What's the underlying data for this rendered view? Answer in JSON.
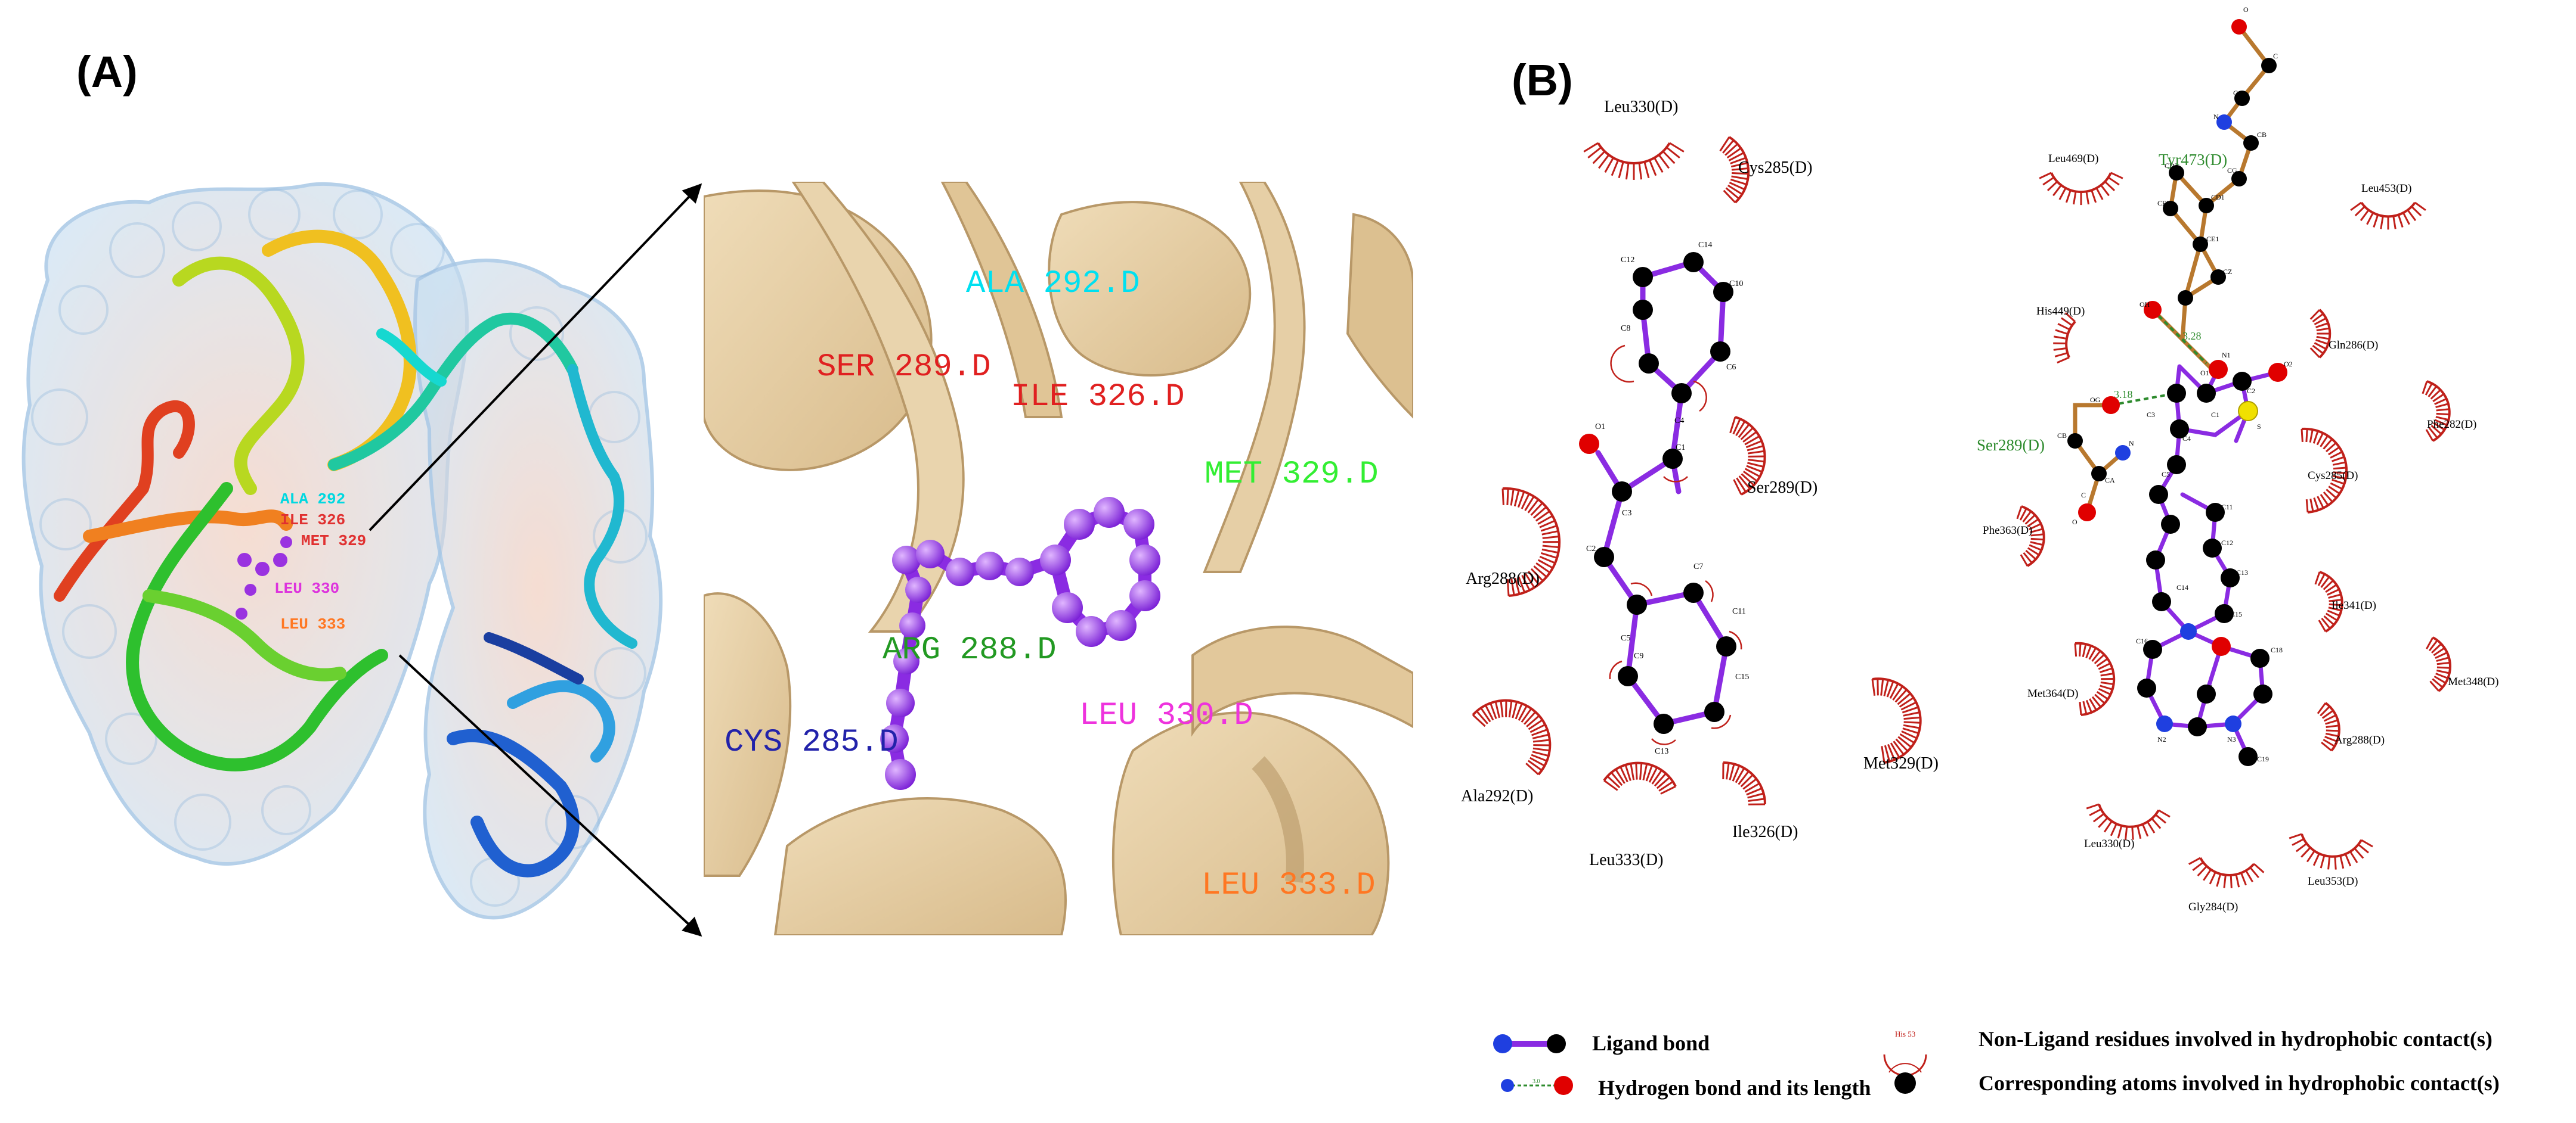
{
  "panel_a": {
    "label": "(A)",
    "overview_labels": [
      {
        "text": "ALA 292",
        "color": "#00d8e0"
      },
      {
        "text": "ILE 326",
        "color": "#e03030"
      },
      {
        "text": "MET 329",
        "color": "#33dd33"
      },
      {
        "text": "LEU 330",
        "color": "#dd33dd"
      },
      {
        "text": "LEU 333",
        "color": "#ff7722"
      }
    ],
    "zoom_labels": [
      {
        "text": "ALA 292.D",
        "color": "#00e0f0"
      },
      {
        "text": "SER 289.D",
        "color": "#e02020"
      },
      {
        "text": "ILE 326.D",
        "color": "#e02020"
      },
      {
        "text": "MET 329.D",
        "color": "#33ee33"
      },
      {
        "text": "ARG 288.D",
        "color": "#229922"
      },
      {
        "text": "CYS 285.D",
        "color": "#2222aa"
      },
      {
        "text": "LEU 330.D",
        "color": "#ee33dd"
      },
      {
        "text": "LEU 333.D",
        "color": "#ff7722"
      }
    ]
  },
  "panel_b": {
    "label": "(B)",
    "left_residues": [
      "Leu330(D)",
      "Cys285(D)",
      "Ser289(D)",
      "Arg288(D)",
      "Met329(D)",
      "Ala292(D)",
      "Leu333(D)",
      "Ile326(D)"
    ],
    "left_atoms": [
      "C12",
      "C14",
      "C10",
      "C8",
      "C6",
      "C4",
      "O1",
      "C1",
      "C3",
      "C2",
      "C7",
      "C5",
      "C11",
      "C9",
      "C15",
      "C13"
    ],
    "right_residues": [
      "Leu469(D)",
      "Tyr473(D)",
      "Leu453(D)",
      "His449(D)",
      "Gln286(D)",
      "Phe282(D)",
      "Ser289(D)",
      "Phe363(D)",
      "Cys285(D)",
      "Ile341(D)",
      "Met348(D)",
      "Met364(D)",
      "Arg288(D)",
      "Leu330(D)",
      "Leu353(D)",
      "Gly284(D)"
    ],
    "hbond_lengths": [
      "3.28",
      "3.18"
    ],
    "right_atoms": [
      "O",
      "C",
      "N",
      "CA",
      "CB",
      "CG",
      "CD1",
      "CD2",
      "CE1",
      "CE2",
      "CZ",
      "OH",
      "C1",
      "C2",
      "N1",
      "O1",
      "O2",
      "S",
      "OG",
      "CB",
      "CA",
      "N",
      "C",
      "O",
      "C5",
      "C4",
      "C3",
      "C11",
      "C12",
      "C13",
      "C14",
      "C15",
      "C16",
      "C17",
      "C18",
      "N2",
      "N3",
      "C19"
    ]
  },
  "legend": {
    "ligand_bond": "Ligand bond",
    "hydrogen_bond": "Hydrogen bond and its length",
    "nonligand": "Non-Ligand residues involved in hydrophobic contact(s)",
    "corresponding": "Corresponding atoms involved in hydrophobic contact(s)",
    "sample_residue": "His 53",
    "sample_hbond_length": "3.0"
  },
  "colors": {
    "ligand_bond": "#8a2be2",
    "carbon": "#000000",
    "oxygen": "#e00000",
    "nitrogen": "#1f3fe0",
    "sulfur": "#f0e000",
    "hydrophobic": "#c0201a",
    "hbond": "#2e8b2e",
    "residue_hbond_text": "#2e8b2e",
    "protein_sidechain": "#b8782e",
    "ribbon_tan": "#e6cfa6"
  }
}
